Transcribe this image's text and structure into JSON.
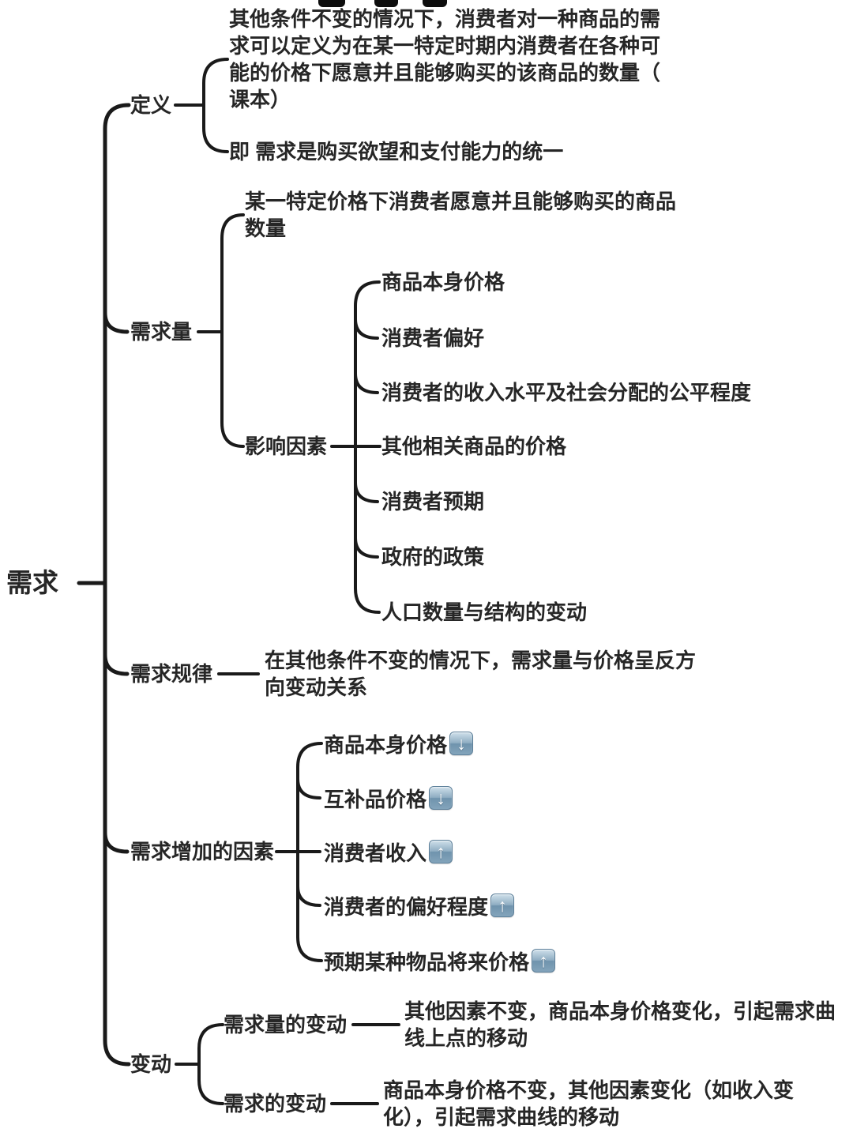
{
  "colors": {
    "line": "#1a1a1a",
    "text": "#262626",
    "arrow_badge_top": "#cfe0ea",
    "arrow_badge_bottom": "#6f93ad"
  },
  "root": {
    "label": "需求"
  },
  "branches": {
    "definition": {
      "label": "定义",
      "textbook_definition": "其他条件不变的情况下，消费者对一种商品的需求可以定义为在某一特定时期内消费者在各种可能的价格下愿意并且能够购买的该商品的数量（课本）",
      "summary": "即 需求是购买欲望和支付能力的统一"
    },
    "quantity_demanded": {
      "label": "需求量",
      "definition": "某一特定价格下消费者愿意并且能够购买的商品数量",
      "influencing_factors": {
        "label": "影响因素",
        "items": [
          "商品本身价格",
          "消费者偏好",
          "消费者的收入水平及社会分配的公平程度",
          "其他相关商品的价格",
          "消费者预期",
          "政府的政策",
          "人口数量与结构的变动"
        ]
      }
    },
    "law_of_demand": {
      "label": "需求规律",
      "text": "在其他条件不变的情况下，需求量与价格呈反方向变动关系"
    },
    "demand_increase_factors": {
      "label": "需求增加的因素",
      "items": [
        {
          "label": "商品本身价格",
          "icon": "down-arrow-icon"
        },
        {
          "label": "互补品价格",
          "icon": "down-arrow-icon"
        },
        {
          "label": "消费者收入",
          "icon": "up-arrow-icon"
        },
        {
          "label": "消费者的偏好程度",
          "icon": "up-arrow-icon"
        },
        {
          "label": "预期某种物品将来价格",
          "icon": "up-arrow-icon"
        }
      ]
    },
    "changes": {
      "label": "变动",
      "children": [
        {
          "label": "需求量的变动",
          "text": "其他因素不变，商品本身价格变化，引起需求曲线上点的移动"
        },
        {
          "label": "需求的变动",
          "text": "商品本身价格不变，其他因素变化（如收入变化），引起需求曲线的移动"
        }
      ]
    }
  }
}
